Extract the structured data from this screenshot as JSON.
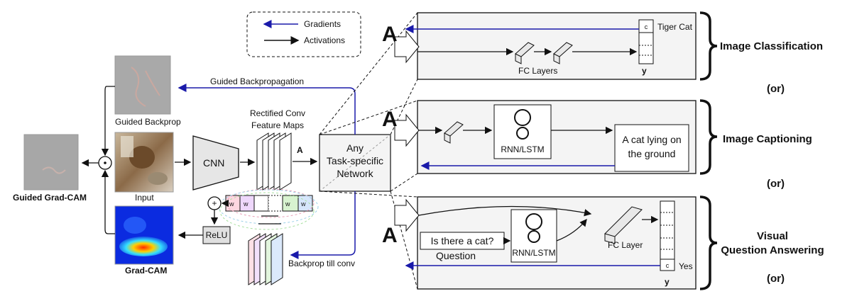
{
  "legend": {
    "gradients": "Gradients",
    "activations": "Activations"
  },
  "left": {
    "guided_gradcam": "Guided Grad-CAM",
    "guided_backprop": "Guided Backprop",
    "input": "Input",
    "gradcam": "Grad-CAM",
    "relu": "ReLU",
    "cnn": "CNN",
    "rectified_line1": "Rectified Conv",
    "rectified_line2": "Feature Maps",
    "A": "A",
    "guided_backprop_arrow": "Guided Backpropagation",
    "backprop_till_conv": "Backprop till conv",
    "network_line1": "Any",
    "network_line2": "Task-specific",
    "network_line3": "Network",
    "plus": "+",
    "dot": "·"
  },
  "panels": {
    "classification": {
      "A": "A",
      "fc_layers": "FC Layers",
      "y": "y",
      "c": "c",
      "class_label": "Tiger Cat",
      "task": "Image Classification"
    },
    "captioning": {
      "A": "A",
      "rnn": "RNN/LSTM",
      "caption_line1": "A cat lying on",
      "caption_line2": "the ground",
      "task": "Image Captioning"
    },
    "vqa": {
      "A": "A",
      "question_box": "Is there a cat?",
      "question_label": "Question",
      "rnn": "RNN/LSTM",
      "fc_layer": "FC Layer",
      "y": "y",
      "c": "c",
      "answer": "Yes",
      "task_line1": "Visual",
      "task_line2": "Question Answering"
    },
    "or_label": "(or)"
  },
  "colors": {
    "gradient_arrow": "#1a1aaa",
    "activation_arrow": "#111111"
  }
}
